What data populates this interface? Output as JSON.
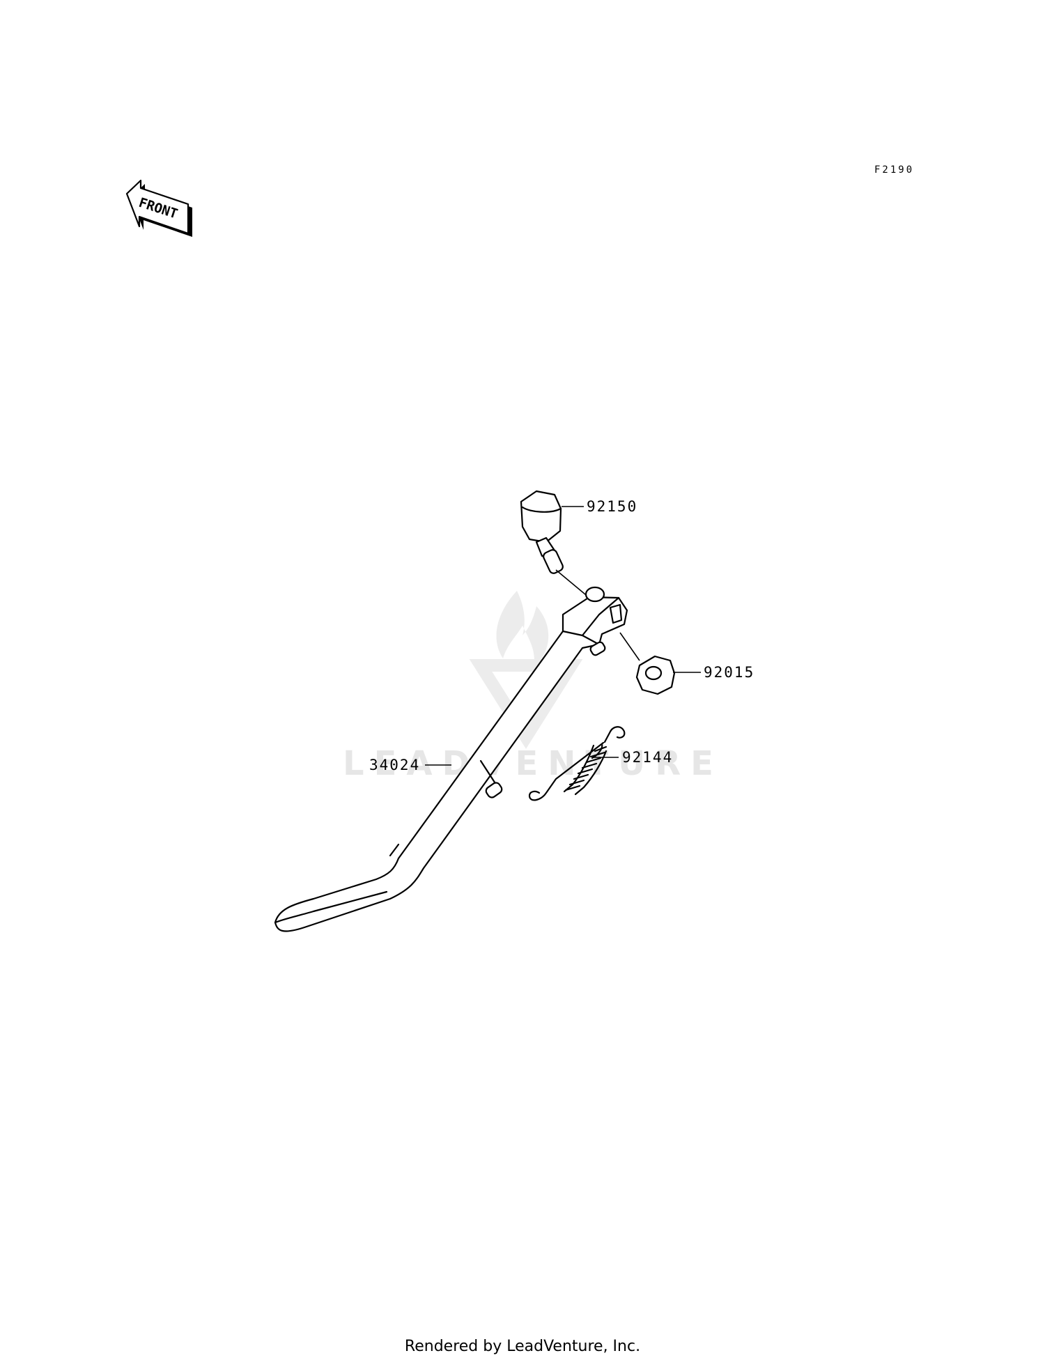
{
  "diagram": {
    "code": "F2190",
    "front_arrow_label": "FRONT",
    "watermark": "LEADVENTURE",
    "parts": [
      {
        "number": "92150"
      },
      {
        "number": "92015"
      },
      {
        "number": "92144"
      },
      {
        "number": "34024"
      }
    ]
  },
  "footer": {
    "credit": "Rendered by LeadVenture, Inc."
  }
}
